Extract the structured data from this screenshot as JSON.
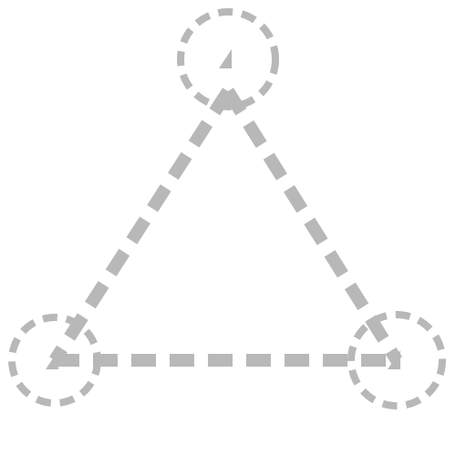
{
  "diagram": {
    "style": {
      "color": "#b8b8b8",
      "background": "#ffffff",
      "line_style": "dashed",
      "node_shape": "dashed-circle",
      "node_marker": "triangle"
    },
    "nodes": [
      {
        "id": "top",
        "label": ""
      },
      {
        "id": "bottom-left",
        "label": ""
      },
      {
        "id": "bottom-right",
        "label": ""
      }
    ],
    "edges": [
      {
        "from": "top",
        "to": "bottom-left"
      },
      {
        "from": "top",
        "to": "bottom-right"
      },
      {
        "from": "bottom-left",
        "to": "bottom-right"
      }
    ]
  }
}
